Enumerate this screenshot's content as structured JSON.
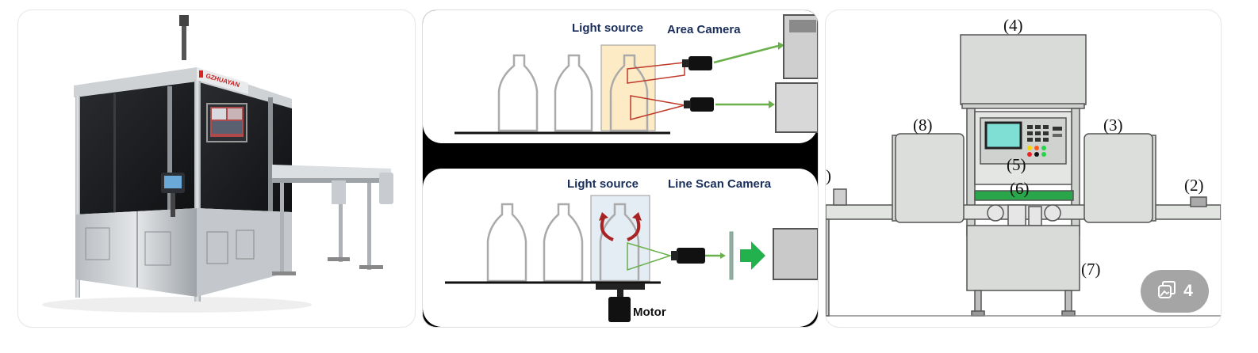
{
  "results": [
    {
      "brand_label": "GZHUAYAN"
    },
    {
      "panel_top": {
        "light_source_label": "Light source",
        "camera_label": "Area Camera"
      },
      "panel_bottom": {
        "light_source_label": "Light source",
        "camera_label": "Line Scan Camera",
        "motor_label": "Motor"
      }
    },
    {
      "labels": {
        "l4": "(4)",
        "l8": "(8)",
        "l3": "(3)",
        "l5": "(5)",
        "l6": "(6)",
        "l9": ")",
        "l2": "(2)",
        "l7": "(7)"
      }
    }
  ],
  "badge": {
    "count": "4",
    "icon": "image-stack-icon"
  }
}
